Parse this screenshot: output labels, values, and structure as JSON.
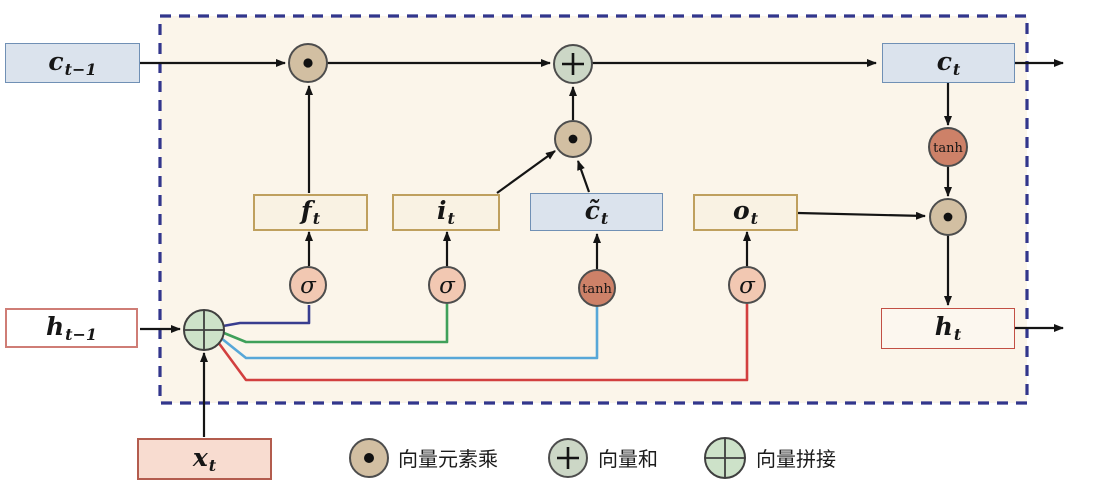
{
  "diagram": {
    "type": "lstm-cell-diagram",
    "cell_fill": "#fbf5ea",
    "cell_border_color": "#32368c"
  },
  "nodes": {
    "c_prev": {
      "base": "c",
      "sub": "t−1"
    },
    "c_next": {
      "base": "c",
      "sub": "t"
    },
    "f": {
      "base": "f",
      "sub": "t"
    },
    "i": {
      "base": "i",
      "sub": "t"
    },
    "c_tilde": {
      "base": "c̃",
      "sub": "t"
    },
    "o": {
      "base": "o",
      "sub": "t"
    },
    "h_prev": {
      "base": "h",
      "sub": "t−1"
    },
    "h_next": {
      "base": "h",
      "sub": "t"
    },
    "x": {
      "base": "x",
      "sub": "t"
    }
  },
  "operators": {
    "sigma": "σ",
    "tanh": "tanh"
  },
  "legend": [
    {
      "icon": "elementwise-multiply",
      "label": "向量元素乘"
    },
    {
      "icon": "vector-sum",
      "label": "向量和"
    },
    {
      "icon": "vector-concat",
      "label": "向量拼接"
    }
  ],
  "wire_colors": {
    "forget_wire": "#383d8f",
    "input_wire": "#3fa05a",
    "candidate_wire": "#57a7d8",
    "output_wire": "#d23f3f"
  }
}
